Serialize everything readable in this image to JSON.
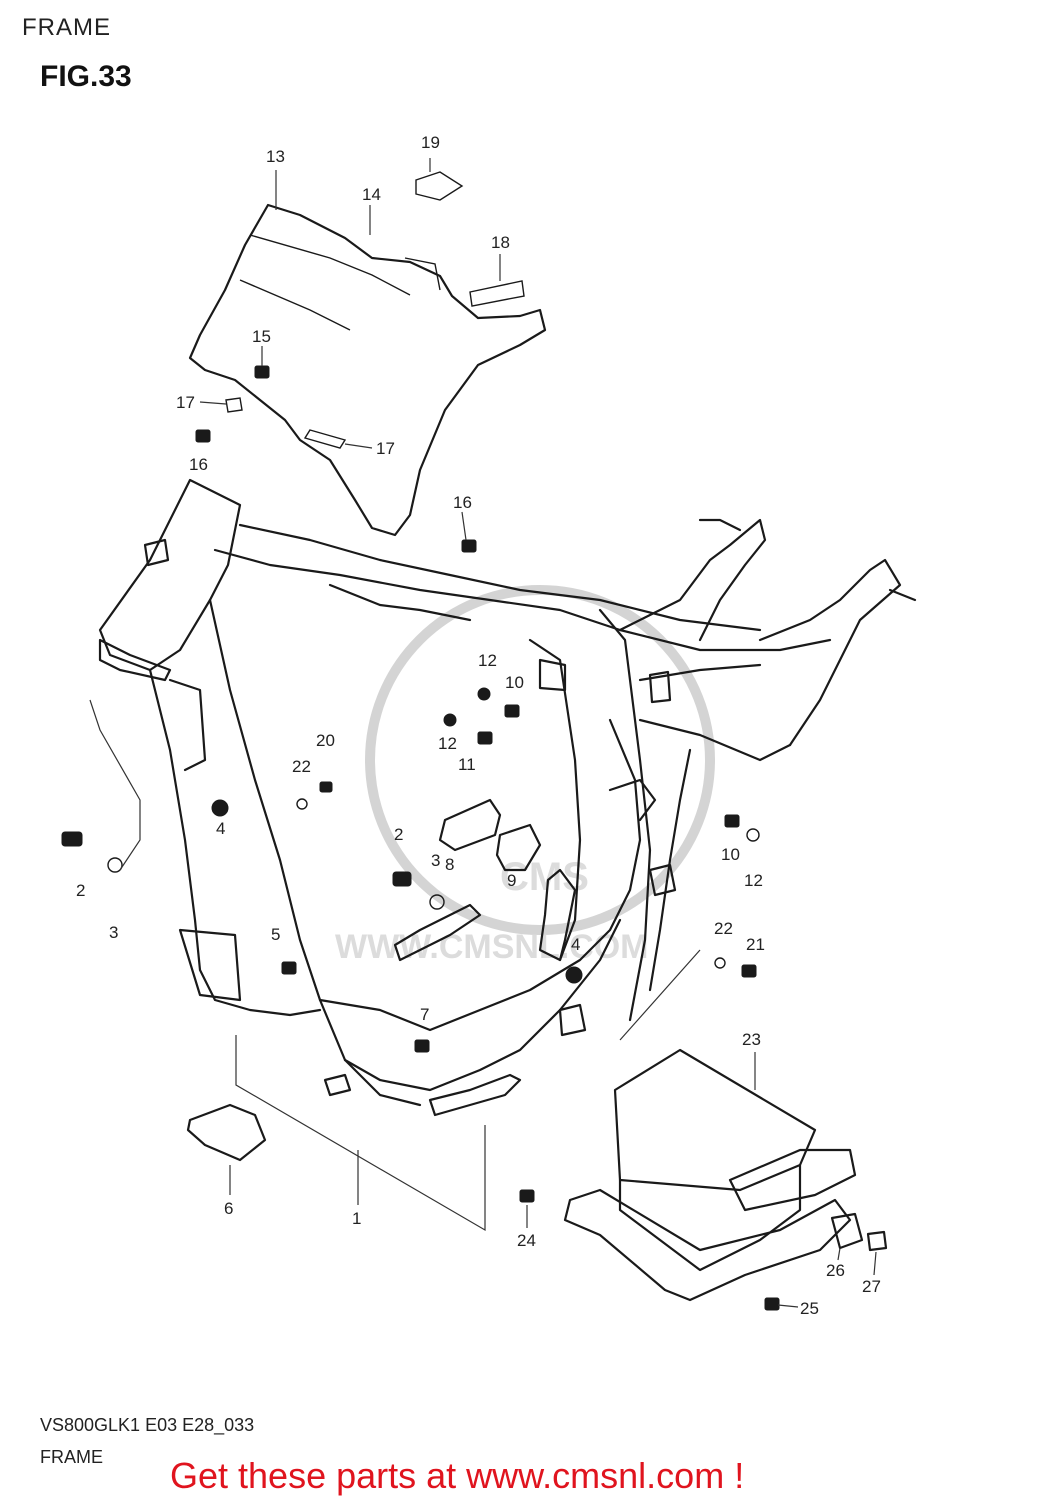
{
  "header": {
    "section_title": "FRAME",
    "figure_title": "FIG.33"
  },
  "footer": {
    "code": "VS800GLK1 E03 E28_033",
    "frame_label": "FRAME",
    "cta": "Get these parts at www.cmsnl.com !"
  },
  "watermark": {
    "url": "WWW.CMSNL.COM",
    "logo_text": "CMS"
  },
  "callouts": {
    "c1": "1",
    "c2a": "2",
    "c2b": "2",
    "c3a": "3",
    "c3b": "3",
    "c4a": "4",
    "c4b": "4",
    "c5": "5",
    "c6": "6",
    "c7": "7",
    "c8": "8",
    "c9": "9",
    "c10a": "10",
    "c10b": "10",
    "c11": "11",
    "c12a": "12",
    "c12b": "12",
    "c12c": "12",
    "c13": "13",
    "c14": "14",
    "c15": "15",
    "c16a": "16",
    "c16b": "16",
    "c17a": "17",
    "c17b": "17",
    "c18": "18",
    "c19": "19",
    "c20": "20",
    "c21": "21",
    "c22a": "22",
    "c22b": "22",
    "c23": "23",
    "c24": "24",
    "c25": "25",
    "c26": "26",
    "c27": "27"
  }
}
